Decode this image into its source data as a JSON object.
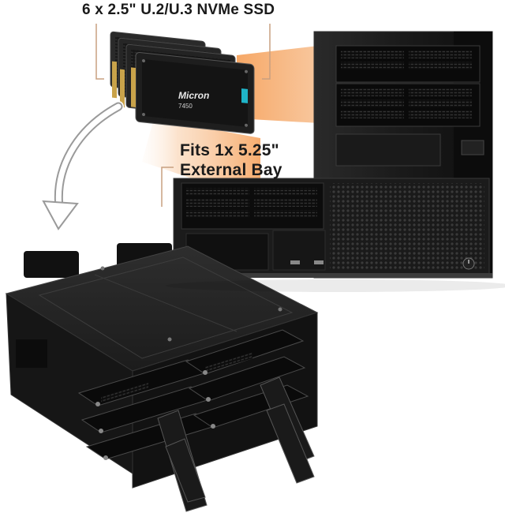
{
  "captions": {
    "ssd_count": "6 x 2.5\" U.2/U.3 NVMe SSD",
    "bay_line1": "Fits 1x 5.25\"",
    "bay_line2": "External Bay"
  },
  "ssd_label": {
    "brand": "Micron",
    "model": "7450"
  },
  "colors": {
    "accent_orange": "#f08a3a",
    "arrow_gray": "#9a9a9a",
    "enclosure_black": "#1c1c1c",
    "tower_black": "#141414",
    "ssd_teal": "#1fb4c8"
  },
  "icons": [
    "curved-arrow-icon",
    "power-icon",
    "usb-port-icon"
  ]
}
